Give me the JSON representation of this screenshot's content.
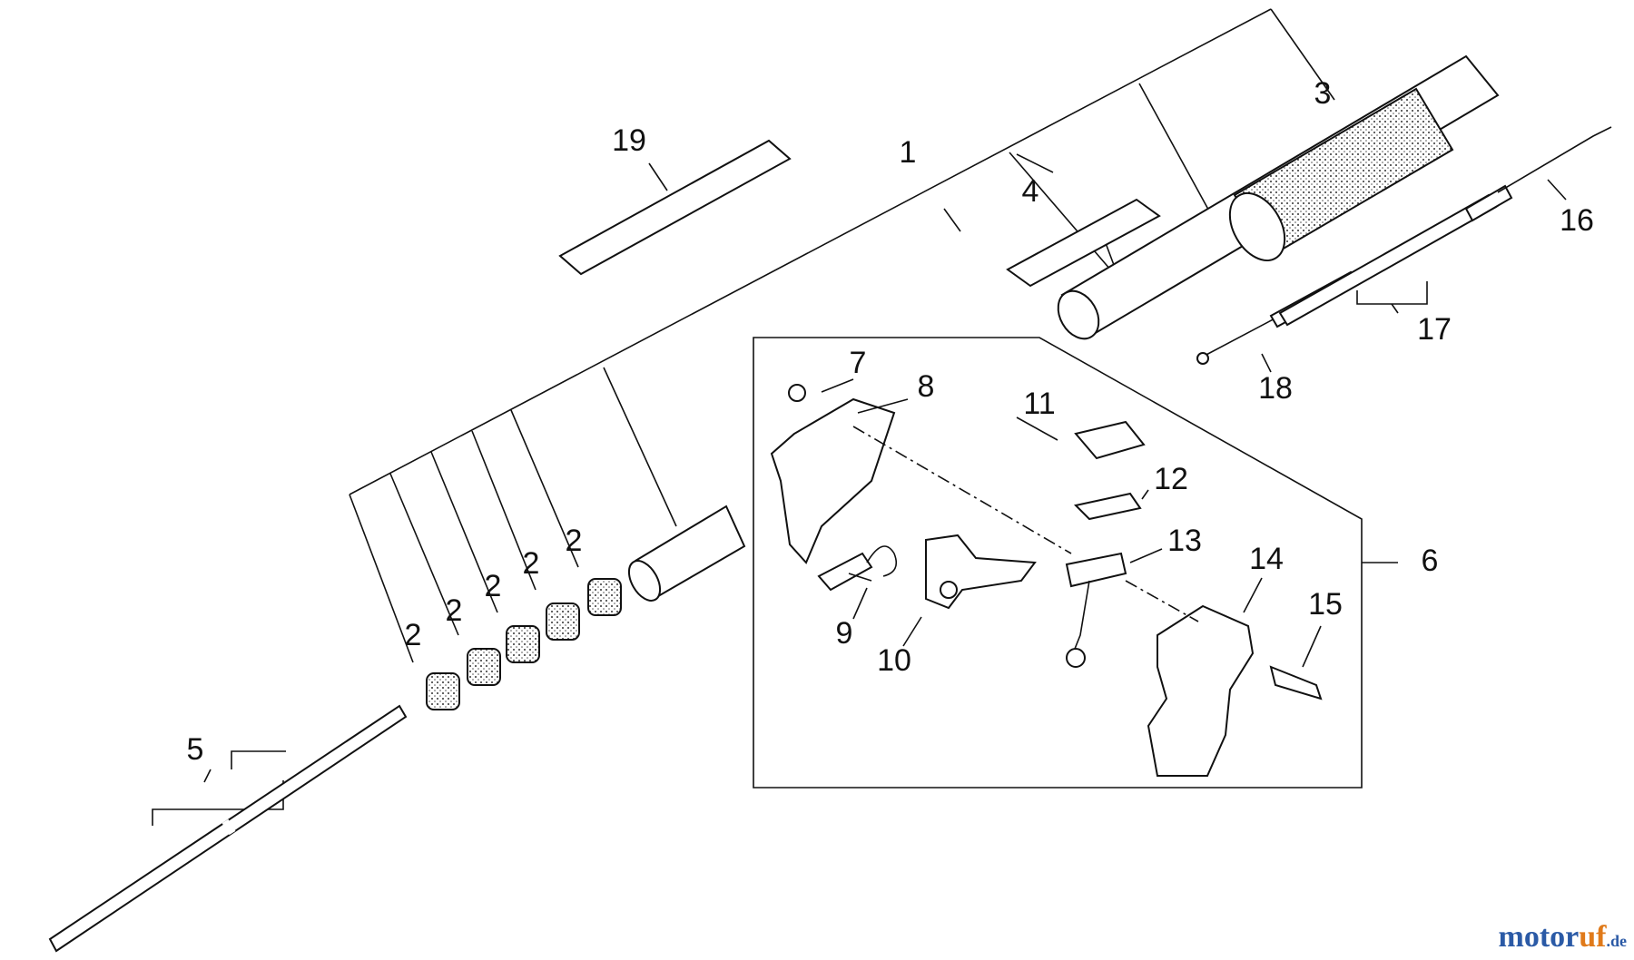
{
  "callouts": [
    "1",
    "2",
    "2",
    "2",
    "2",
    "2",
    "3",
    "4",
    "5",
    "6",
    "7",
    "8",
    "9",
    "10",
    "11",
    "12",
    "13",
    "14",
    "15",
    "16",
    "17",
    "18",
    "19"
  ],
  "watermark": {
    "part_a": "motor",
    "part_b": "uf",
    "part_c": ".de"
  }
}
